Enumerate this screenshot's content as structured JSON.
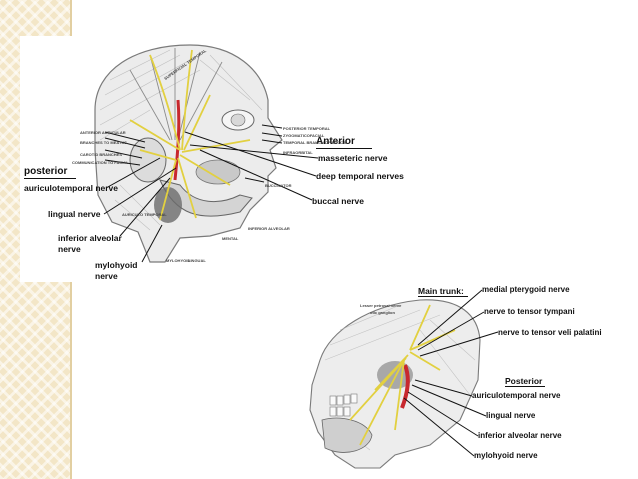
{
  "top_figure": {
    "labels": {
      "anterior": "Anterior",
      "masseteric": "masseteric nerve",
      "deep_temporal": "deep temporal nerves",
      "buccal": "buccal nerve",
      "posterior": "posterior",
      "auriculotemporal": "auriculotemporal nerve",
      "lingual": "lingual nerve",
      "inferior_alveolar": "inferior alveolar",
      "inferior_alveolar_2": "nerve",
      "mylohyoid": "mylohyoid",
      "mylohyoid_2": "nerve"
    },
    "small_labels": {
      "superficial_temporal": "SUPERFICIAL TEMPORAL",
      "anterior_auricular": "ANTERIOR AURICULAR",
      "branches_to_meatus": "BRANCHES TO MEATUS",
      "carotid_branches": "CAROTID BRANCHES",
      "communication_facial": "COMMUNICATION TO FACIAL",
      "posterior_temporal": "POSTERIOR TEMPORAL",
      "zygomaticofacial": "ZYGOMATICOFACIAL",
      "temporal_branch_buccal": "TEMPORAL BRANCH OF BUCCAL",
      "infraorbital": "INFRAORBITAL",
      "buccinator": "BUCCINATOR",
      "auriculo_temporal": "AURICULO TEMPORAL",
      "mental": "MENTAL",
      "inferior_alveolar_small": "INFERIOR ALVEOLAR",
      "mylohyoid_small": "MYLOHYOID",
      "lingual_small": "LINGUAL"
    }
  },
  "bottom_figure": {
    "labels": {
      "main_trunk": "Main trunk:",
      "medial_pterygoid": "medial pterygoid nerve",
      "tensor_tympani": "nerve to tensor tympani",
      "tensor_veli": "nerve to tensor veli palatini",
      "posterior": "Posterior",
      "auriculotemporal": "auriculotemporal nerve",
      "lingual": "lingual nerve",
      "inferior_alveolar": "inferior alveolar nerve",
      "mylohyoid": "mylohyoid nerve"
    },
    "small_labels": {
      "lesser_petrosal": "Lesser petrosal nerve",
      "otic_ganglion": "otic ganglion"
    }
  },
  "colors": {
    "nerve": "#e2d040",
    "artery": "#c8282e",
    "strip": "#f3e6c7"
  }
}
